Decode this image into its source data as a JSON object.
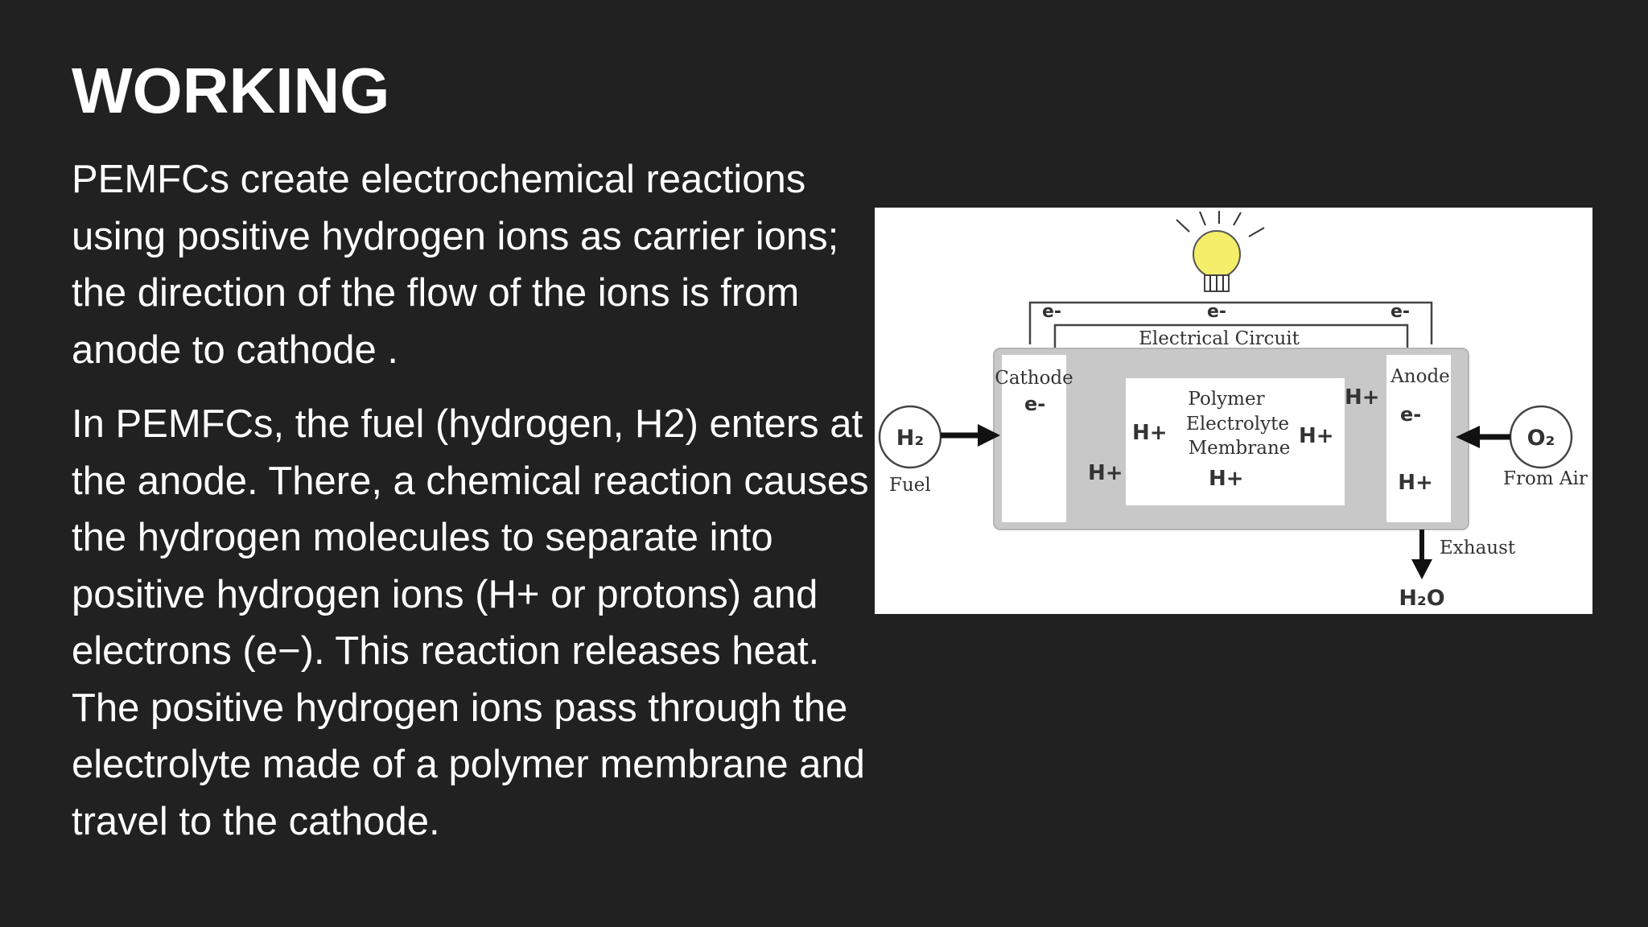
{
  "slide": {
    "title": "WORKING",
    "paragraphs": [
      "PEMFCs create electrochemical reactions using positive hydrogen ions as carrier ions; the direction of the flow of the ions is from anode to cathode .",
      "In PEMFCs, the fuel (hydrogen, H2) enters at the anode. There, a chemical reaction causes the hydrogen molecules to separate into positive hydrogen ions (H+ or protons) and electrons (e−). This reaction releases heat. The positive hydrogen ions pass through the electrolyte made of a polymer membrane and travel to the cathode."
    ]
  },
  "diagram": {
    "circuit_label": "Electrical Circuit",
    "electron_label": "e-",
    "proton_label": "H+",
    "cathode_label": "Cathode",
    "anode_label": "Anode",
    "membrane_lines": [
      "Polymer",
      "Electrolyte",
      "Membrane"
    ],
    "fuel_symbol": "H₂",
    "fuel_label": "Fuel",
    "oxygen_symbol": "O₂",
    "air_label": "From Air",
    "exhaust_label": "Exhaust",
    "water_label": "H₂O"
  }
}
